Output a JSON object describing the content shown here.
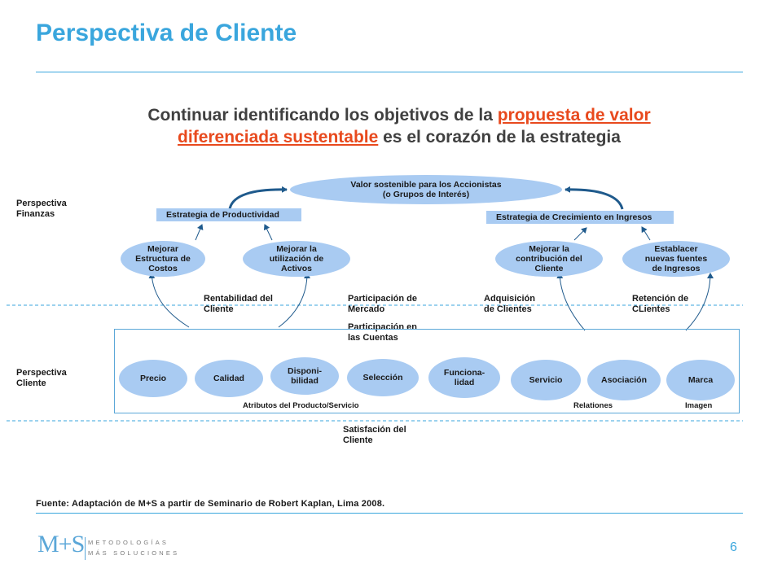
{
  "header": {
    "title": "Perspectiva de Cliente",
    "subtitle_pre": "Continuar identificando los objetivos de la ",
    "subtitle_hl1": "propuesta de valor",
    "subtitle_hl2": "diferenciada sustentable",
    "subtitle_post": " es el corazón de la estrategia"
  },
  "perspectives": {
    "finanzas_line1": "Perspectiva",
    "finanzas_line2": "Finanzas",
    "cliente_line1": "Perspectiva",
    "cliente_line2": "Cliente"
  },
  "top_goal": {
    "line1": "Valor sostenible para los Accionistas",
    "line2": "(o Grupos de Interés)"
  },
  "strategies": {
    "productividad": "Estrategia de Productividad",
    "crecimiento": "Estrategia de Crecimiento en Ingresos"
  },
  "finance_objectives": [
    {
      "line1": "Mejorar",
      "line2": "Estructura de",
      "line3": "Costos"
    },
    {
      "line1": "Mejorar la",
      "line2": "utilización de",
      "line3": "Activos"
    },
    {
      "line1": "Mejorar la",
      "line2": "contribución del",
      "line3": "Cliente"
    },
    {
      "line1": "Establacer",
      "line2": "nuevas fuentes",
      "line3": "de Ingresos"
    }
  ],
  "outcomes": {
    "rentabilidad_1": "Rentabilidad del",
    "rentabilidad_2": "Cliente",
    "participacion_1": "Participación de",
    "participacion_2": "Mercado",
    "adquisicion_1": "Adquisición",
    "adquisicion_2": "de Clientes",
    "retencion_1": "Retención de",
    "retencion_2": "CLientes",
    "cuentas_1": "Participación en",
    "cuentas_2": "las Cuentas",
    "satisfaccion_1": "Satisfación del",
    "satisfaccion_2": "Cliente"
  },
  "attributes": [
    {
      "line1": "Precio",
      "line2": ""
    },
    {
      "line1": "Calidad",
      "line2": ""
    },
    {
      "line1": "Disponi-",
      "line2": "bilidad"
    },
    {
      "line1": "Selección",
      "line2": ""
    },
    {
      "line1": "Funciona-",
      "line2": "lidad"
    },
    {
      "line1": "Servicio",
      "line2": ""
    },
    {
      "line1": "Asociación",
      "line2": ""
    },
    {
      "line1": "Marca",
      "line2": ""
    }
  ],
  "attribute_groups": {
    "producto": "Atributos del Producto/Servicio",
    "relaciones": "Relationes",
    "imagen": "Imagen"
  },
  "footer": {
    "source": "Fuente: Adaptación de M+S a partir de Seminario de Robert Kaplan, Lima 2008.",
    "logo": "M+S",
    "logo_line1": "METODOLOGÍAS",
    "logo_line2": "MÁS SOLUCIONES",
    "page_number": "6"
  },
  "colors": {
    "accent": "#3aa6dd",
    "highlight": "#e8491d",
    "ellipse_fill": "#a9cbf2",
    "arrow": "#1f5a8c"
  }
}
